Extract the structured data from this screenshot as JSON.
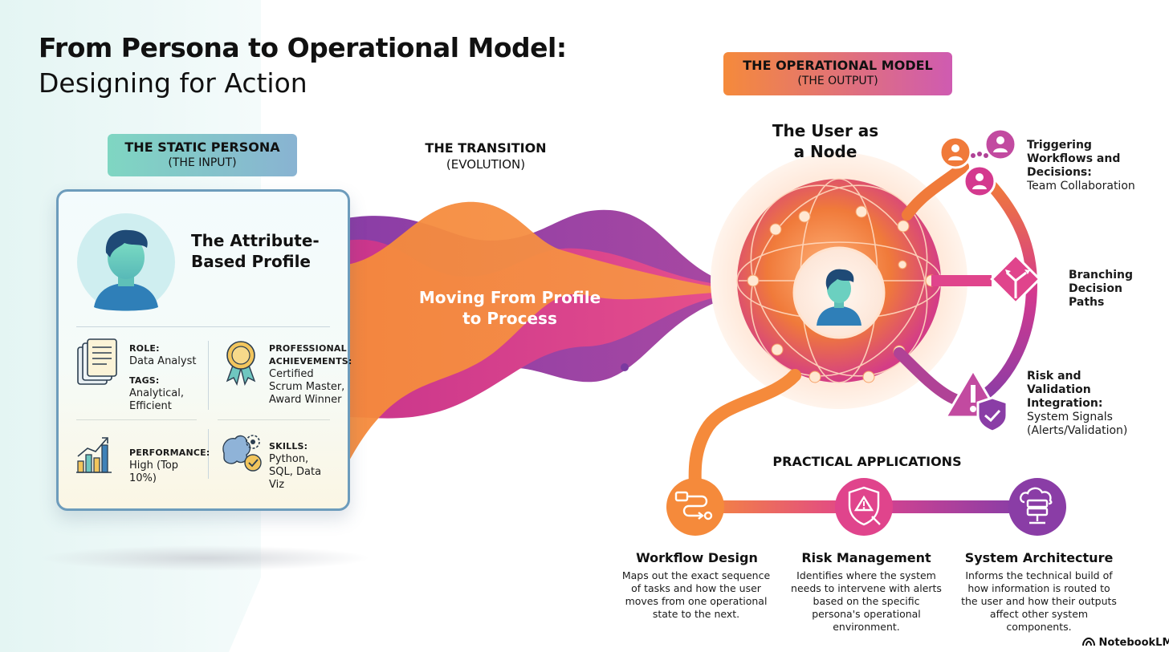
{
  "header": {
    "title_line1": "From Persona to Operational Model:",
    "title_line2": "Designing for Action"
  },
  "static_persona": {
    "heading": "THE STATIC PERSONA",
    "subheading": "(THE INPUT)",
    "card_title": "The Attribute-Based Profile",
    "avatar_icon": "user-avatar-icon",
    "attributes": {
      "role_label": "ROLE:",
      "role_value": "Data Analyst",
      "tags_label": "TAGS:",
      "tags_value": "Analytical, Efficient",
      "achievements_label": "PROFESSIONAL ACHIEVEMENTS:",
      "achievements_value": "Certified Scrum Master, Award Winner",
      "performance_label": "PERFORMANCE:",
      "performance_value": "High (Top 10%)",
      "skills_label": "SKILLS:",
      "skills_value": "Python, SQL, Data Viz"
    }
  },
  "transition": {
    "heading": "THE TRANSITION",
    "subheading": "(EVOLUTION)",
    "label": "Moving From Profile to Process"
  },
  "operational_model": {
    "heading": "THE OPERATIONAL MODEL",
    "subheading": "(THE OUTPUT)",
    "node_title": "The User as a Node",
    "outputs": [
      {
        "title": "Triggering Workflows and Decisions:",
        "detail": "Team Collaboration",
        "icon": "team-collaboration-icon"
      },
      {
        "title": "Branching Decision Paths",
        "detail": "",
        "icon": "branching-decision-icon"
      },
      {
        "title": "Risk and Validation Integration:",
        "detail": "System Signals (Alerts/Validation)",
        "icon": "alert-validation-icon"
      }
    ]
  },
  "practical_applications": {
    "heading": "PRACTICAL APPLICATIONS",
    "items": [
      {
        "title": "Workflow Design",
        "desc": "Maps out the exact sequence of tasks and how the user moves from one operational state to the next.",
        "icon": "workflow-icon"
      },
      {
        "title": "Risk Management",
        "desc": "Identifies where the system needs to intervene with alerts based on the specific persona's operational environment.",
        "icon": "risk-shield-icon"
      },
      {
        "title": "System Architecture",
        "desc": "Informs the technical build of how information is routed to the user and how their outputs affect other system components.",
        "icon": "cloud-server-icon"
      }
    ]
  },
  "brand": {
    "name": "NotebookLM",
    "icon": "notebooklm-logo-icon"
  },
  "colors": {
    "orange": "#f58a3b",
    "magenta": "#d4398e",
    "purple": "#7a3aa0",
    "teal": "#7fd6c2",
    "card_border": "#6d9cbc"
  }
}
